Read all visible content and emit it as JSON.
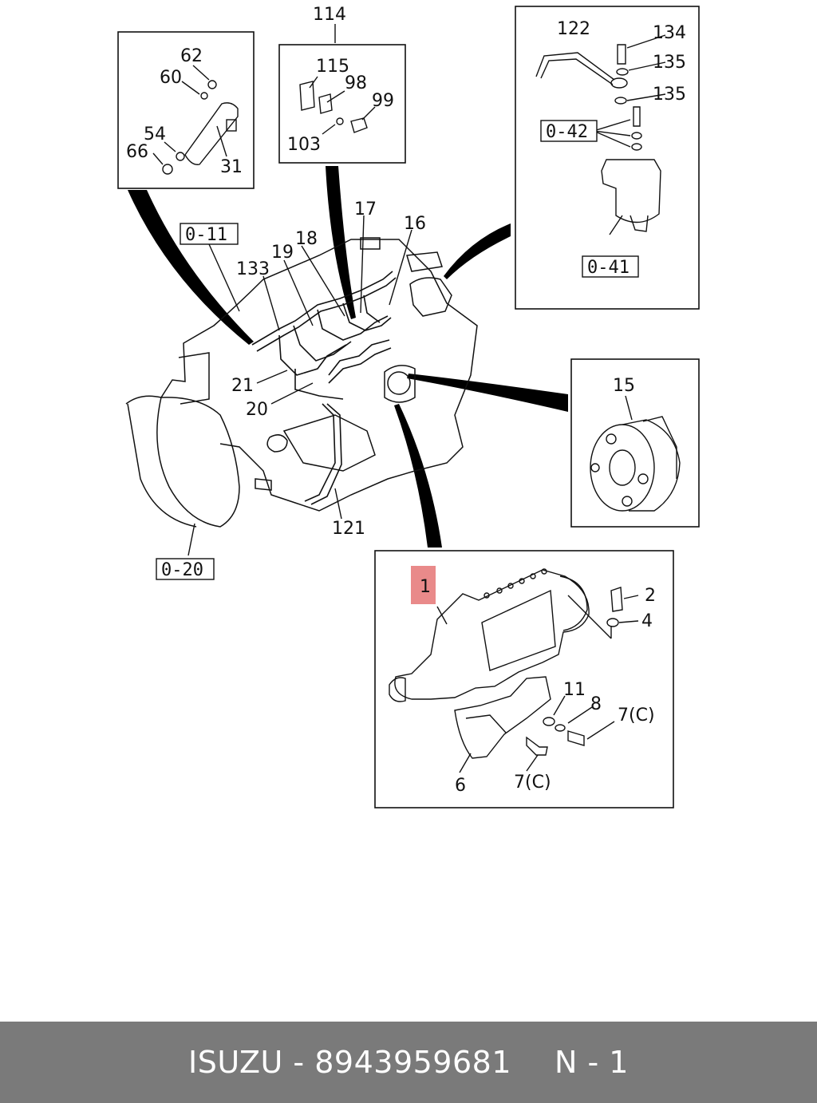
{
  "footer": {
    "brand": "ISUZU",
    "separator": "-",
    "part_number": "8943959681",
    "position": "N - 1"
  },
  "highlight_color": "#e98a8a",
  "callouts": {
    "c114": "114",
    "c115": "115",
    "c98": "98",
    "c99": "99",
    "c103": "103",
    "c62": "62",
    "c60": "60",
    "c54": "54",
    "c66": "66",
    "c31": "31",
    "c122": "122",
    "c134": "134",
    "c135a": "135",
    "c135b": "135",
    "c17": "17",
    "c16": "16",
    "c18": "18",
    "c19": "19",
    "c133": "133",
    "c21": "21",
    "c20": "20",
    "c121": "121",
    "c15": "15",
    "c1": "1",
    "c2": "2",
    "c4": "4",
    "c11": "11",
    "c8": "8",
    "c7a": "7(C)",
    "c6": "6",
    "c7b": "7(C)"
  },
  "refs": {
    "r011": "0-11",
    "r020": "0-20",
    "r042": "0-42",
    "r041": "0-41"
  }
}
